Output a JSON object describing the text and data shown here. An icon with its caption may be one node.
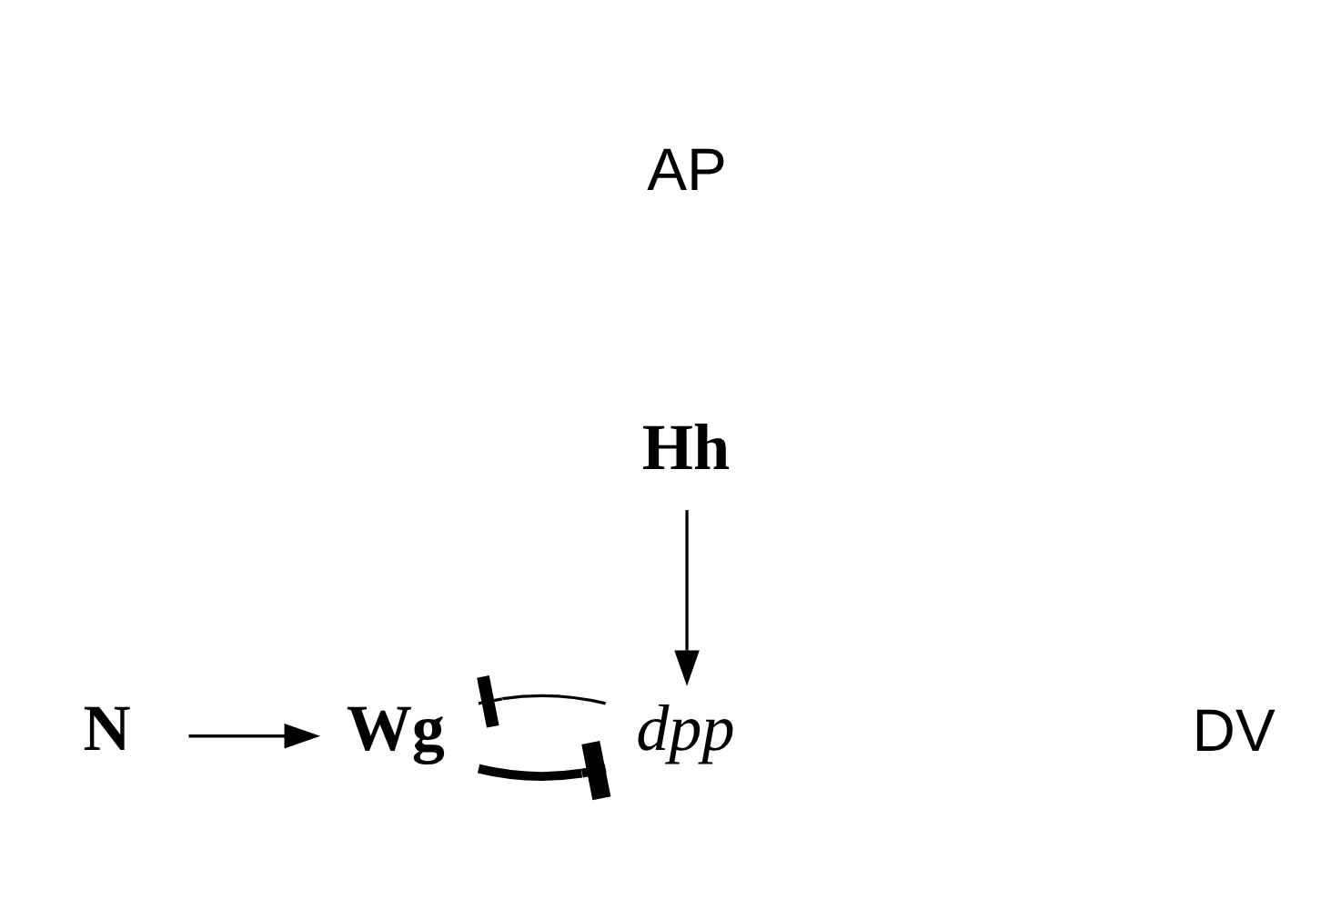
{
  "diagram": {
    "nodes": [
      {
        "text": [
          "Hh"
        ]
      },
      {
        "text": [
          "N"
        ]
      },
      {
        "text": [
          "Wg"
        ]
      },
      {
        "text": [
          "dpp"
        ]
      }
    ],
    "edges": [
      {
        "from": 0,
        "to": 3,
        "arrow": "to"
      },
      {
        "from": 1,
        "to": 2,
        "arrow": "to"
      },
      {
        "from": 2,
        "to": 3,
        "arrow": "other",
        "style": "thick"
      },
      {
        "from": 3,
        "to": 2,
        "arrow": "other"
      }
    ],
    "labels": [
      "AP",
      "DV"
    ]
  }
}
